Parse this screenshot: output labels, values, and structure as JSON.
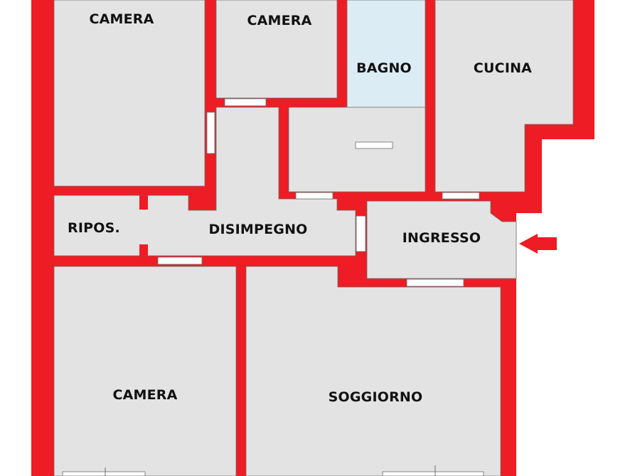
{
  "colors": {
    "wall": "#ee1c24",
    "room_fill": "#e3e3e3",
    "bath_fill": "#dcecf5",
    "door_gap": "#ffffff",
    "outline": "#6b6b6b",
    "label": "#111111",
    "background": "#ffffff"
  },
  "rooms": {
    "camera_top_left": "CAMERA",
    "camera_top_middle": "CAMERA",
    "bagno": "BAGNO",
    "cucina": "CUCINA",
    "ripostiglio": "RIPOS.",
    "disimpegno": "DISIMPEGNO",
    "ingresso": "INGRESSO",
    "camera_bottom": "CAMERA",
    "soggiorno": "SOGGIORNO"
  },
  "entrance_marker": "arrow-left-icon"
}
